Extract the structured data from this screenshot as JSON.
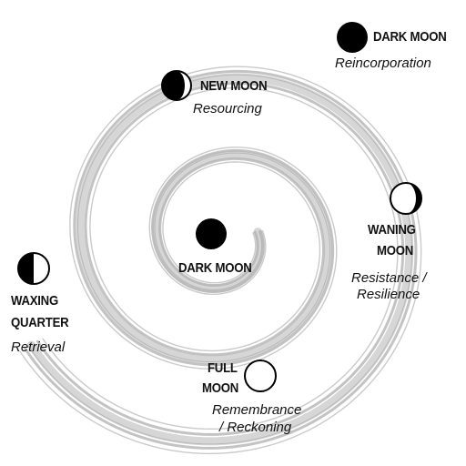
{
  "phases": {
    "center": {
      "title": "DARK MOON",
      "subtitle": ""
    },
    "new_moon": {
      "title": "NEW MOON",
      "subtitle": "Resourcing"
    },
    "waxing_quarter": {
      "title_line1": "WAXING",
      "title_line2": "QUARTER",
      "subtitle": "Retrieval"
    },
    "full_moon": {
      "title_line1": "FULL",
      "title_line2": "MOON",
      "subtitle_line1": "Remembrance",
      "subtitle_line2": "/ Reckoning"
    },
    "waning_moon": {
      "title_line1": "WANING",
      "title_line2": "MOON",
      "subtitle_line1": "Resistance /",
      "subtitle_line2": "Resilience"
    },
    "outer_dark_moon": {
      "title": "DARK MOON",
      "subtitle": "Reincorporation"
    }
  },
  "colors": {
    "spiral": "#b4b4b4",
    "moon_dark": "#000000",
    "moon_outline": "#000000",
    "moon_light": "#ffffff",
    "text": "#111111"
  },
  "icons": [
    "dark-moon-icon",
    "waxing-crescent-icon",
    "first-quarter-icon",
    "full-moon-icon",
    "waning-gibbous-icon",
    "dark-moon-icon"
  ]
}
